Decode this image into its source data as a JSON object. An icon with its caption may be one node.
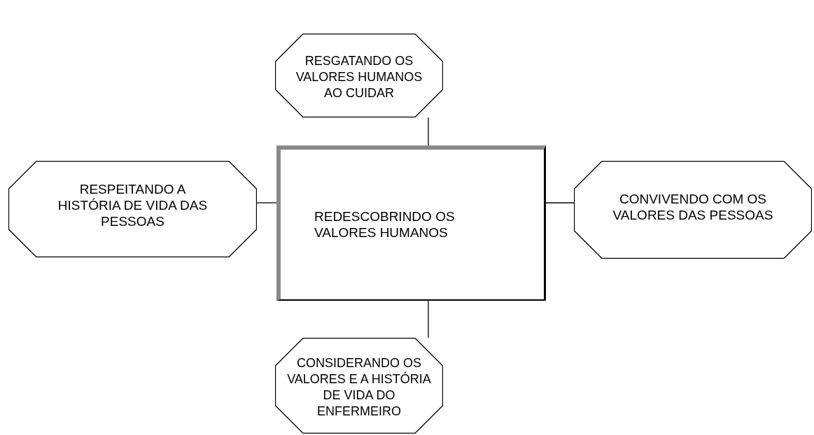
{
  "diagram": {
    "nodes": [
      {
        "text": [
          "RESGATANDO OS VALORES HUMANOS AO CUIDAR"
        ]
      },
      {
        "text": [
          "RESPEITANDO A HISTÓRIA DE VIDA DAS PESSOAS"
        ]
      },
      {
        "text": [
          "REDESCOBRINDO OS VALORES HUMANOS"
        ]
      },
      {
        "text": [
          "CONVIVENDO COM OS VALORES DAS PESSOAS"
        ]
      },
      {
        "text": [
          "CONSIDERANDO OS VALORES E A HISTÓRIA DE VIDA DO ENFERMEIRO"
        ]
      }
    ],
    "edges": [
      {
        "from": 2,
        "to": 0,
        "arrow": "none"
      },
      {
        "from": 2,
        "to": 1,
        "arrow": "none"
      },
      {
        "from": 2,
        "to": 3,
        "arrow": "none"
      },
      {
        "from": 2,
        "to": 4,
        "arrow": "none"
      }
    ]
  }
}
